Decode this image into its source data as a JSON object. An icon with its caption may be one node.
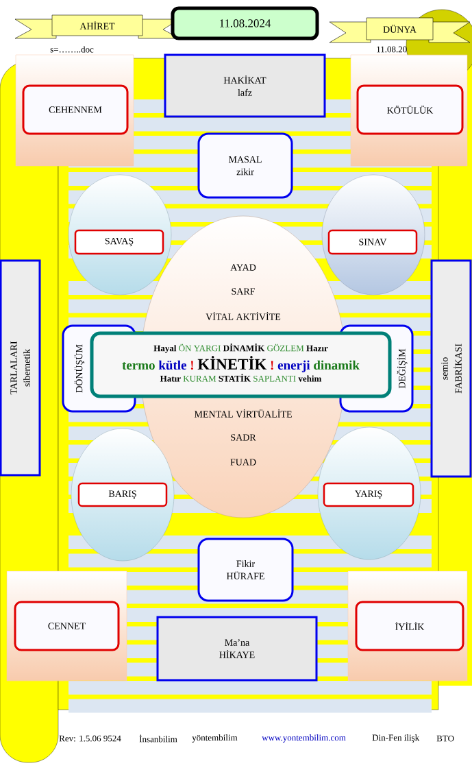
{
  "diagram": {
    "nodes": [
      {
        "text": [
          "AHİRET"
        ]
      },
      {
        "text": [
          "11.08.2024"
        ]
      },
      {
        "text": [
          "DÜNYA"
        ]
      },
      {
        "text": [
          "HAKİKAT",
          "lafz"
        ]
      },
      {
        "text": [],
        "shape": "box"
      },
      {
        "text": [
          "CEHENNEM"
        ],
        "in": 4
      },
      {
        "text": [],
        "shape": "box"
      },
      {
        "text": [
          "KÖTÜLÜK"
        ],
        "in": 6
      },
      {
        "text": [
          "MASAL",
          "zikir"
        ]
      },
      {
        "text": [],
        "shape": "oval"
      },
      {
        "text": [
          "SAVAŞ"
        ],
        "in": 9
      },
      {
        "text": [],
        "shape": "oval"
      },
      {
        "text": [
          "SINAV"
        ],
        "in": 11
      },
      {
        "text": [
          "AYAD",
          "SARF",
          "VİTAL AKTİVİTE",
          "MENTAL VİRTÜALİTE",
          "SADR",
          "FUAD"
        ]
      },
      {
        "text": [
          "TARLALARI",
          "sibernetik"
        ]
      },
      {
        "text": [
          "semio",
          "FABRİKASI"
        ]
      },
      {
        "text": [
          "DÖNÜŞÜM"
        ]
      },
      {
        "text": [
          "DEĞİŞİM"
        ]
      },
      {
        "text": [
          "Hayal",
          "ÖN YARGI",
          "DİNAMİK",
          "GÖZLEM",
          "Hazır",
          "termo",
          "kütle",
          "!",
          "KİNETİK",
          "!",
          "enerji",
          "dinamik",
          "Hatır",
          "KURAM",
          "STATİK",
          "SAPLANTI",
          "vehim"
        ]
      },
      {
        "text": [],
        "shape": "oval"
      },
      {
        "text": [
          "BARIŞ"
        ],
        "in": 19
      },
      {
        "text": [],
        "shape": "oval"
      },
      {
        "text": [
          "YARIŞ"
        ],
        "in": 21
      },
      {
        "text": [
          "Fikir",
          "HÜRAFE"
        ]
      },
      {
        "text": [],
        "shape": "box"
      },
      {
        "text": [
          "CENNET"
        ],
        "in": 24
      },
      {
        "text": [],
        "shape": "box"
      },
      {
        "text": [
          "İYİLİK"
        ],
        "in": 26
      },
      {
        "text": [
          "Ma’na",
          "HİKAYE"
        ]
      }
    ],
    "labels": [
      "s=……..doc",
      "11.08.20",
      "Rev: 1.5.06 9524",
      "İnsanbilim",
      "yöntembilim",
      "www.yontembilim.com",
      "Din-Fen ilişk",
      "BTO"
    ]
  }
}
